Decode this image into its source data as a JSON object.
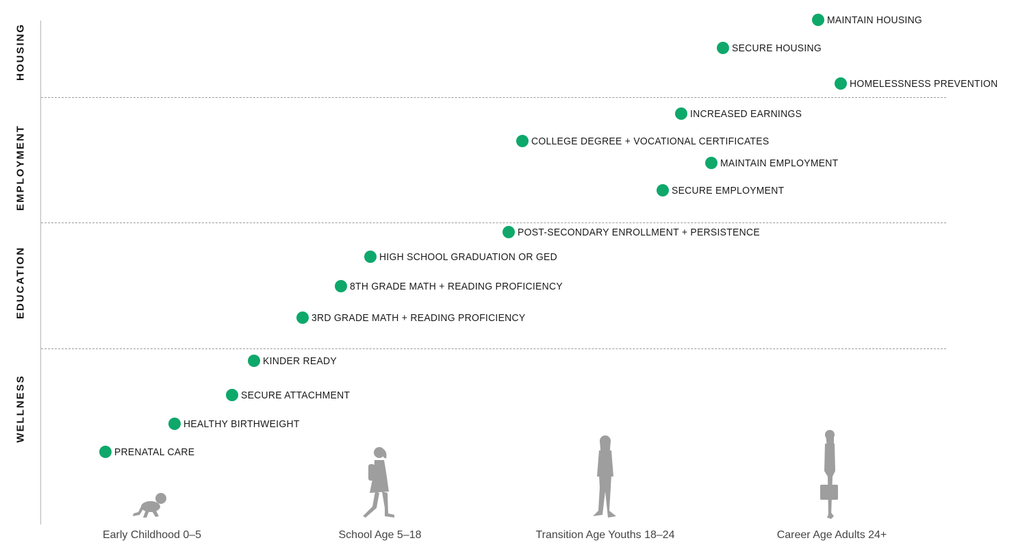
{
  "domains": [
    {
      "label": "HOUSING",
      "outcomes": [
        "MAINTAIN HOUSING",
        "SECURE HOUSING",
        "HOMELESSNESS PREVENTION"
      ]
    },
    {
      "label": "EMPLOYMENT",
      "outcomes": [
        "INCREASED EARNINGS",
        "COLLEGE DEGREE + VOCATIONAL CERTIFICATES",
        "MAINTAIN EMPLOYMENT",
        "SECURE EMPLOYMENT"
      ]
    },
    {
      "label": "EDUCATION",
      "outcomes": [
        "POST-SECONDARY ENROLLMENT + PERSISTENCE",
        "HIGH SCHOOL GRADUATION OR GED",
        "8TH GRADE MATH + READING PROFICIENCY",
        "3RD GRADE MATH + READING PROFICIENCY"
      ]
    },
    {
      "label": "WELLNESS",
      "outcomes": [
        "KINDER READY",
        "SECURE ATTACHMENT",
        "HEALTHY BIRTHWEIGHT",
        "PRENATAL CARE"
      ]
    }
  ],
  "life_stages": [
    {
      "label": "Early Childhood 0–5",
      "icon": "crawling-baby-icon"
    },
    {
      "label": "School Age 5–18",
      "icon": "school-child-icon"
    },
    {
      "label": "Transition Age Youths 18–24",
      "icon": "youth-walking-icon"
    },
    {
      "label": "Career Age Adults 24+",
      "icon": "adult-with-briefcase-icon"
    }
  ],
  "colors": {
    "dot": "#0ea86b",
    "figure": "#9e9e9e",
    "divider": "#9a9a9a"
  }
}
